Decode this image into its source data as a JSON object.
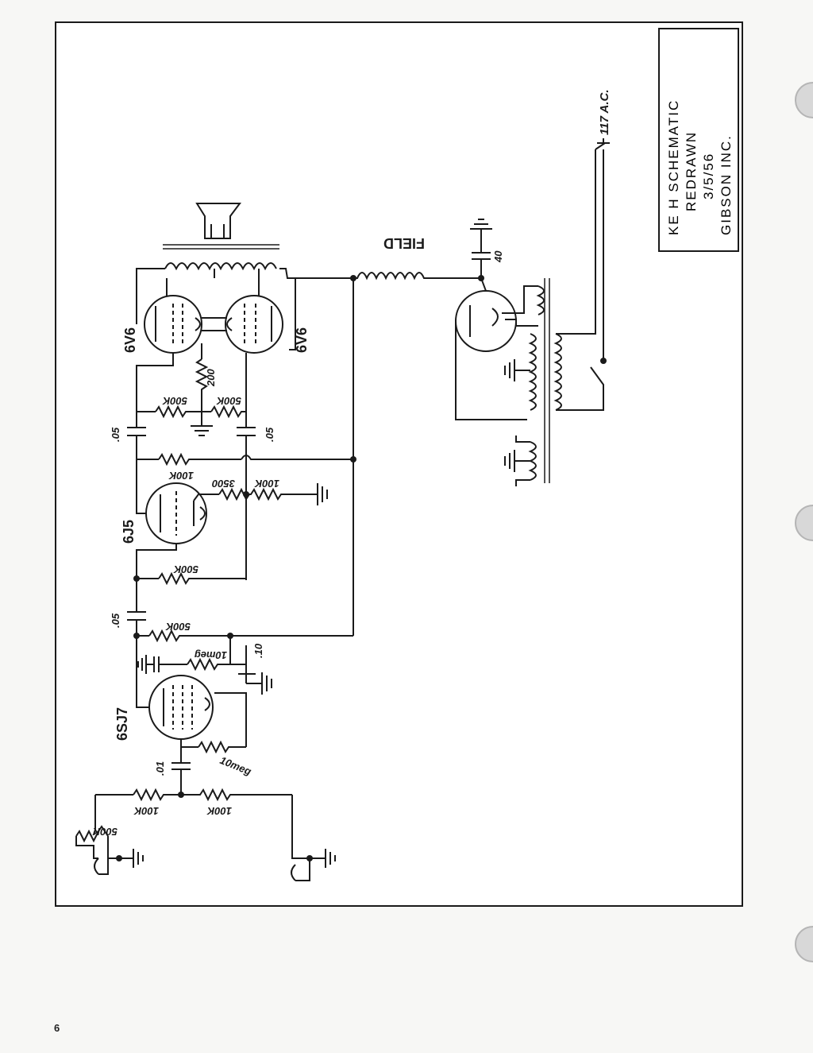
{
  "title_block": {
    "line1": "KE H SCHEMATIC",
    "line2": "REDRAWN",
    "line3": "3/5/56",
    "line4": "GIBSON INC."
  },
  "tubes": {
    "power_left": "6V6",
    "power_right": "6V6",
    "driver": "6J5",
    "preamp": "6SJ7"
  },
  "labels": {
    "field": "FIELD",
    "mains": "117 A.C.",
    "filter_cap": "40",
    "r_bias": "200",
    "r_grid_l": "500K",
    "r_grid_r": "500K",
    "c_coupling_l": ".05",
    "c_coupling_r": ".05",
    "r_feedback": "100K",
    "r_cathode": "3500",
    "r_cathode_b": "100K",
    "r_plate_driver": "500K",
    "c_coupling_pre": ".05",
    "r_plate_pre": "500K",
    "r_screen": "10meg",
    "c_screen": ".10",
    "c_input": ".01",
    "r_grid_pre": "10meg",
    "r_in_l": "100K",
    "r_in_r": "100K",
    "pot": "500K"
  },
  "page_number": "6"
}
